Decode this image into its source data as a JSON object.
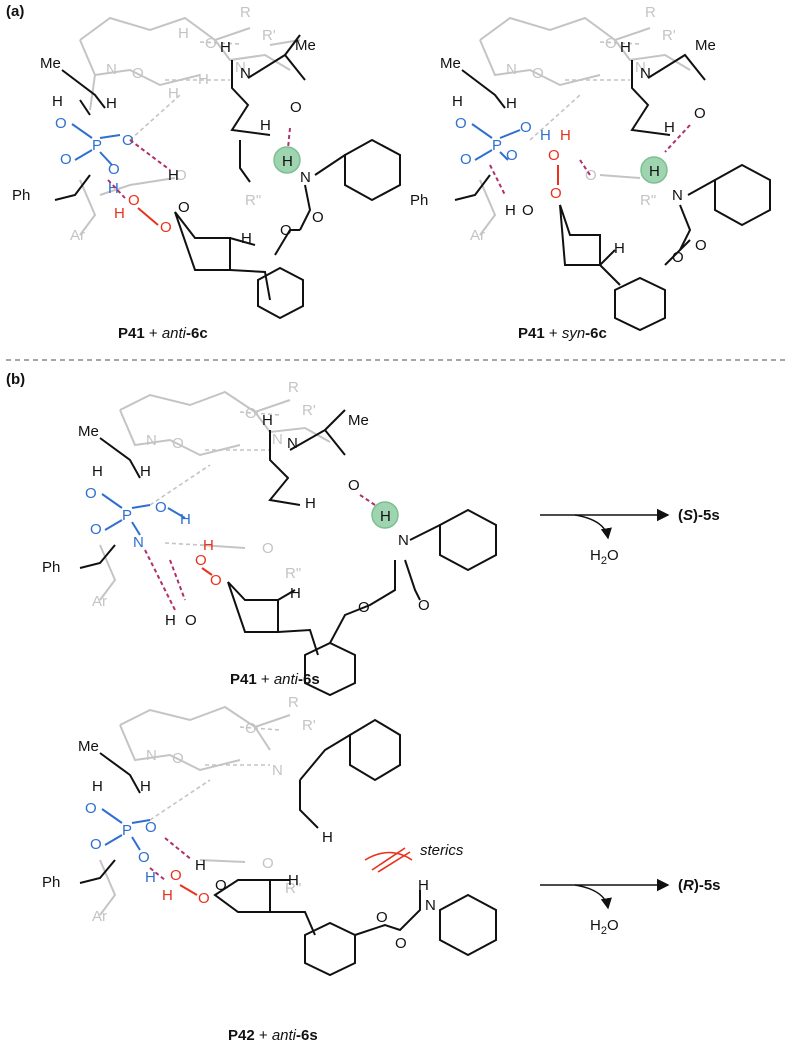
{
  "panels": {
    "a": "(a)",
    "b": "(b)"
  },
  "atoms": {
    "me": "Me",
    "ph": "Ph",
    "ar": "Ar",
    "h": "H",
    "o": "O",
    "n": "N",
    "p": "P",
    "r": "R",
    "r1": "R'",
    "r2": "R\""
  },
  "captions": {
    "a_left": {
      "cat": "P41",
      "plus": " + ",
      "stereo": "anti",
      "sub": "-6c"
    },
    "a_right": {
      "cat": "P41",
      "plus": " + ",
      "stereo": "syn",
      "sub": "-6c"
    },
    "b_top": {
      "cat": "P41",
      "plus": " + ",
      "stereo": "anti",
      "sub": "-6s"
    },
    "b_bottom": {
      "cat": "P42",
      "plus": " + ",
      "stereo": "anti",
      "sub": "-6s"
    }
  },
  "products": {
    "top": {
      "open": "(",
      "config": "S",
      "close": ")-5s"
    },
    "bottom": {
      "open": "(",
      "config": "R",
      "close": ")-5s"
    }
  },
  "byproduct": {
    "h": "H",
    "sub": "2",
    "o": "O"
  },
  "annotation": "sterics",
  "colors": {
    "phosphate": "#2f6fd0",
    "peroxide": "#e8321e",
    "hbond": "#b0306a",
    "ghost": "#c4c4c4",
    "highlight": "#9fd4b0"
  }
}
